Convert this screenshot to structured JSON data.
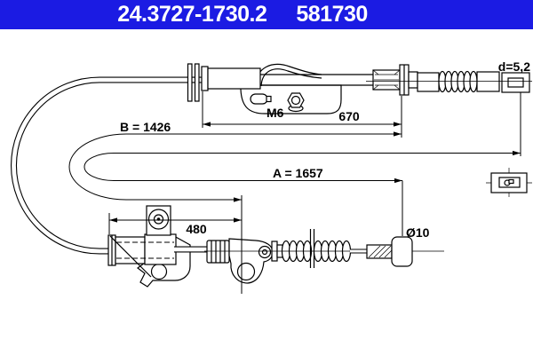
{
  "header": {
    "part_number": "24.3727-1730.2",
    "reference_number": "581730",
    "background_color": "#1b1be3",
    "text_color": "#ffffff"
  },
  "diagram": {
    "title": "parking brake cable technical drawing",
    "dim_upper_segment": "670",
    "dim_housing_length": "B = 1426",
    "dim_total_length": "A = 1657",
    "dim_lower_segment": "480",
    "end_fitting_diameter": "d=5,2",
    "nipple_diameter": "Ø10",
    "thread_size": "M6",
    "line_color": "#000000"
  }
}
